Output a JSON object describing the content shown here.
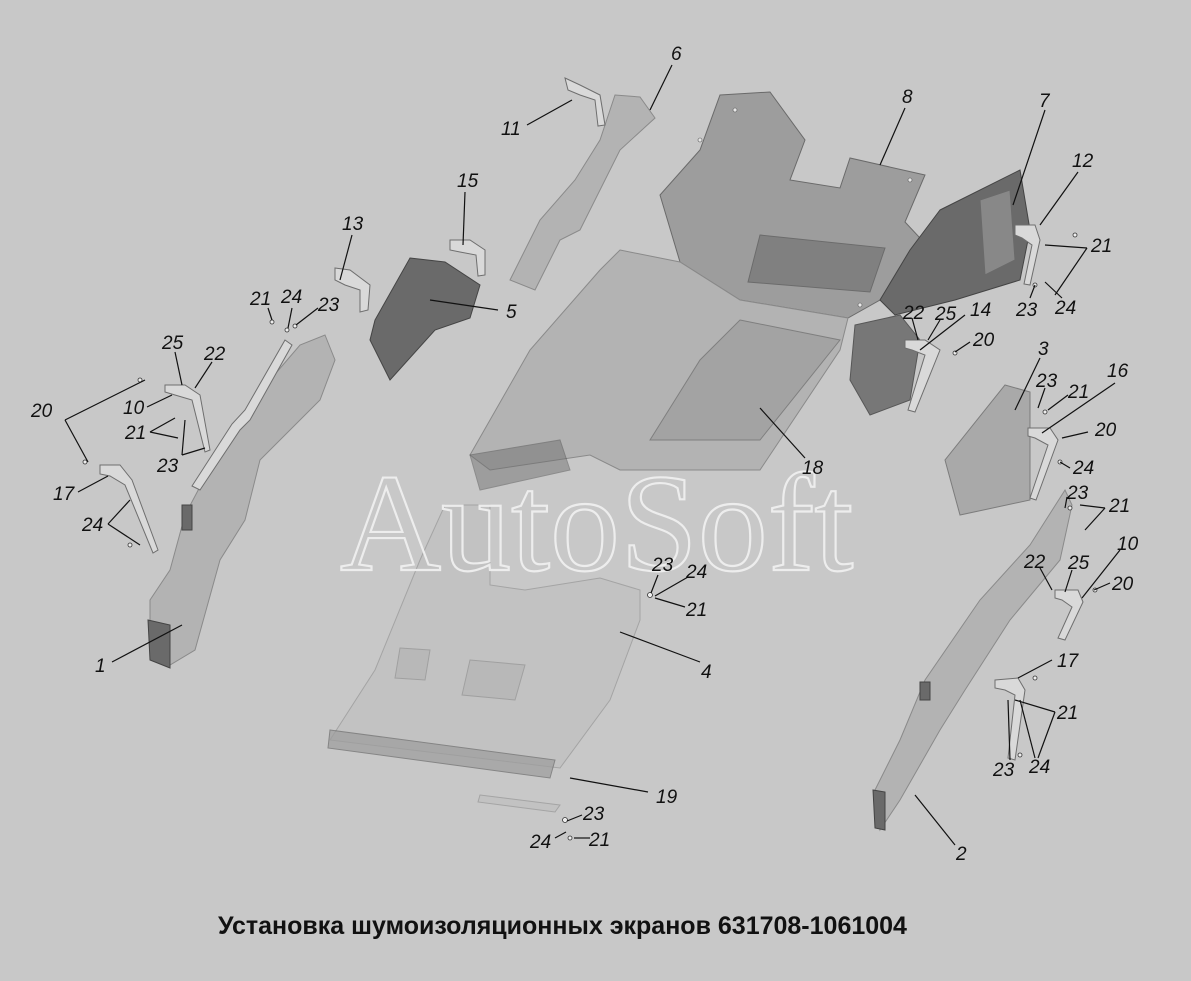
{
  "title": "Установка шумоизоляционных экранов 631708-1061004",
  "watermark": "AutoSoft",
  "callouts": [
    "1",
    "2",
    "3",
    "4",
    "5",
    "6",
    "7",
    "8",
    "10",
    "11",
    "12",
    "13",
    "14",
    "15",
    "16",
    "17",
    "18",
    "19",
    "20",
    "21",
    "22",
    "23",
    "24",
    "25"
  ],
  "colors": {
    "background": "#c8c8c8",
    "text": "#111111",
    "watermark": "#f0f0f0"
  }
}
